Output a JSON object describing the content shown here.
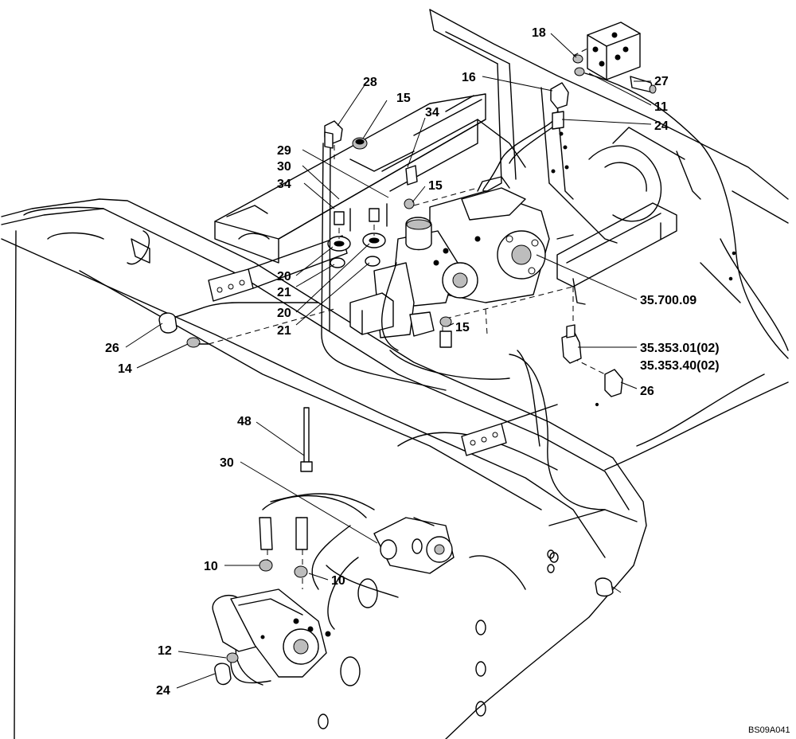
{
  "diagram": {
    "reference_code": "BS09A041",
    "callouts": [
      {
        "id": "c18",
        "text": "18"
      },
      {
        "id": "c16",
        "text": "16"
      },
      {
        "id": "c27",
        "text": "27"
      },
      {
        "id": "c11",
        "text": "11"
      },
      {
        "id": "c24a",
        "text": "24"
      },
      {
        "id": "c28",
        "text": "28"
      },
      {
        "id": "c15a",
        "text": "15"
      },
      {
        "id": "c34a",
        "text": "34"
      },
      {
        "id": "c29",
        "text": "29"
      },
      {
        "id": "c30a",
        "text": "30"
      },
      {
        "id": "c34b",
        "text": "34"
      },
      {
        "id": "c15b",
        "text": "15"
      },
      {
        "id": "c20a",
        "text": "20"
      },
      {
        "id": "c21a",
        "text": "21"
      },
      {
        "id": "c20b",
        "text": "20"
      },
      {
        "id": "c21b",
        "text": "21"
      },
      {
        "id": "c15c",
        "text": "15"
      },
      {
        "id": "c35700",
        "text": "35.700.09"
      },
      {
        "id": "c26a",
        "text": "26"
      },
      {
        "id": "c14",
        "text": "14"
      },
      {
        "id": "c35353a",
        "text": "35.353.01(02)"
      },
      {
        "id": "c35353b",
        "text": "35.353.40(02)"
      },
      {
        "id": "c26b",
        "text": "26"
      },
      {
        "id": "c48",
        "text": "48"
      },
      {
        "id": "c30b",
        "text": "30"
      },
      {
        "id": "c10a",
        "text": "10"
      },
      {
        "id": "c10b",
        "text": "10"
      },
      {
        "id": "c12",
        "text": "12"
      },
      {
        "id": "c24b",
        "text": "24"
      }
    ]
  }
}
